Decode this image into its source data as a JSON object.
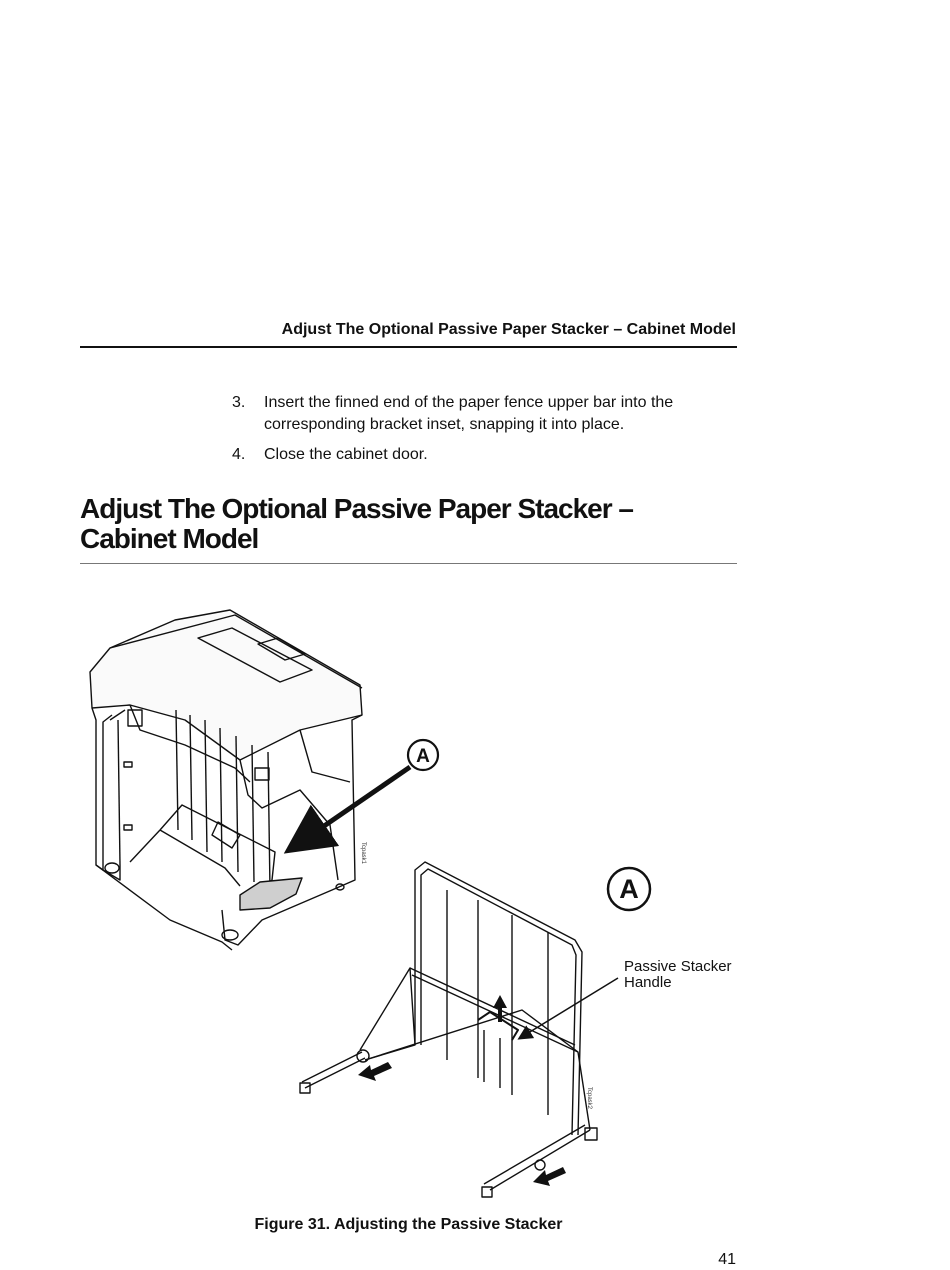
{
  "header": {
    "running_title": "Adjust The Optional Passive Paper Stacker – Cabinet Model"
  },
  "steps": [
    {
      "number": "3.",
      "text": "Insert the finned end of the paper fence upper bar into the corresponding bracket inset, snapping it into place."
    },
    {
      "number": "4.",
      "text": "Close the cabinet door."
    }
  ],
  "section": {
    "title_line1": "Adjust The Optional Passive Paper Stacker –",
    "title_line2": "Cabinet Model"
  },
  "figure": {
    "callout_letter": "A",
    "handle_label_line1": "Passive Stacker",
    "handle_label_line2": "Handle",
    "art_id_1": "Tcpask1",
    "art_id_2": "Tcpask2",
    "caption": "Figure 31. Adjusting the Passive Stacker",
    "icons": [
      "printer-cabinet-illustration",
      "passive-stacker-illustration",
      "arrow-icon"
    ]
  },
  "footer": {
    "page_number": "41"
  }
}
